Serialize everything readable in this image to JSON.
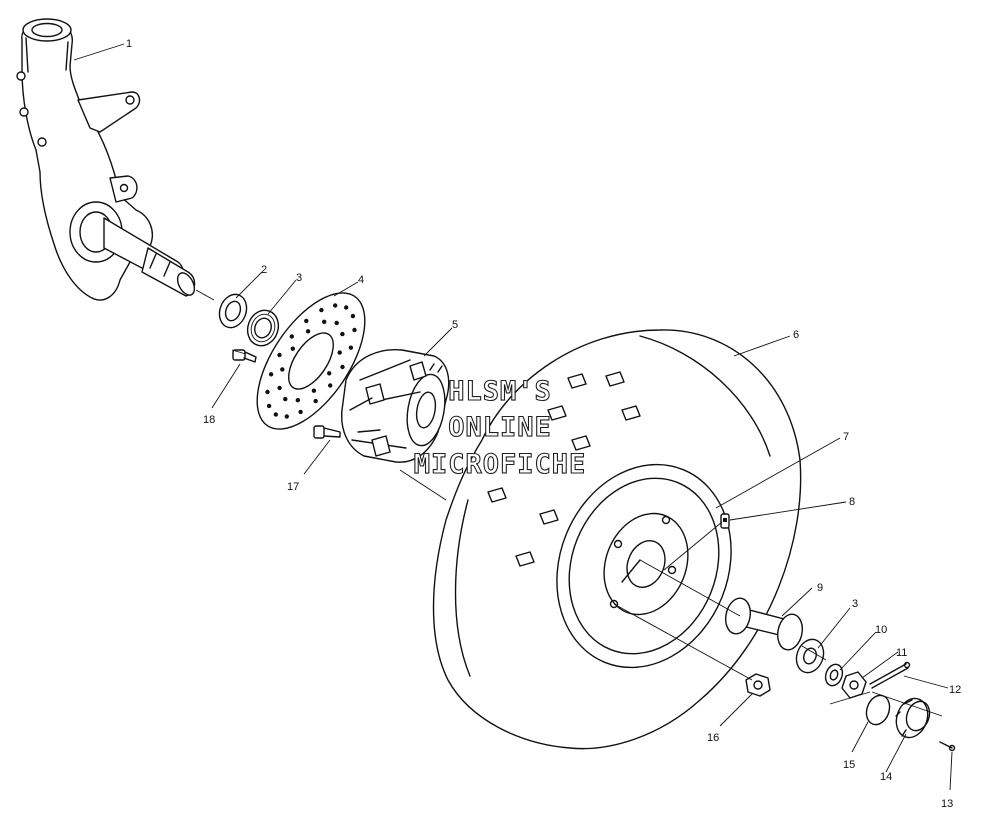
{
  "diagram": {
    "callouts": [
      {
        "id": "1",
        "label": "1"
      },
      {
        "id": "2",
        "label": "2"
      },
      {
        "id": "3a",
        "label": "3"
      },
      {
        "id": "4",
        "label": "4"
      },
      {
        "id": "5",
        "label": "5"
      },
      {
        "id": "6",
        "label": "6"
      },
      {
        "id": "7",
        "label": "7"
      },
      {
        "id": "8",
        "label": "8"
      },
      {
        "id": "9",
        "label": "9"
      },
      {
        "id": "3b",
        "label": "3"
      },
      {
        "id": "10",
        "label": "10"
      },
      {
        "id": "11",
        "label": "11"
      },
      {
        "id": "12",
        "label": "12"
      },
      {
        "id": "13",
        "label": "13"
      },
      {
        "id": "14",
        "label": "14"
      },
      {
        "id": "15",
        "label": "15"
      },
      {
        "id": "16",
        "label": "16"
      },
      {
        "id": "17",
        "label": "17"
      },
      {
        "id": "18",
        "label": "18"
      }
    ],
    "watermark": {
      "line1": "HLSM'S",
      "line2": "ONLINE",
      "line3": "MICROFICHE"
    }
  }
}
